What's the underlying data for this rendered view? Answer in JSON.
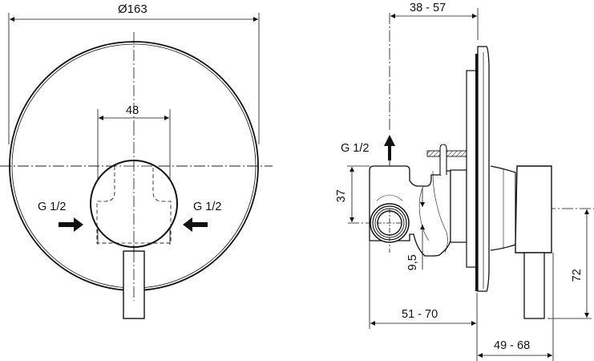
{
  "drawing": {
    "type": "technical-drawing",
    "subject": "concealed single-lever shower mixer",
    "line_color": "#111111",
    "background": "#ffffff"
  },
  "front_view": {
    "rosette_diameter": "Ø163",
    "body_width": "48",
    "inlet_left": "G 1/2",
    "inlet_right": "G 1/2"
  },
  "side_view": {
    "outlet": "G 1/2",
    "wall_depth_top": "38 - 57",
    "height_37": "37",
    "offset_9_5": "9,5",
    "lever_height": "72",
    "depth_bottom": "51 - 70",
    "projection": "49 - 68"
  }
}
